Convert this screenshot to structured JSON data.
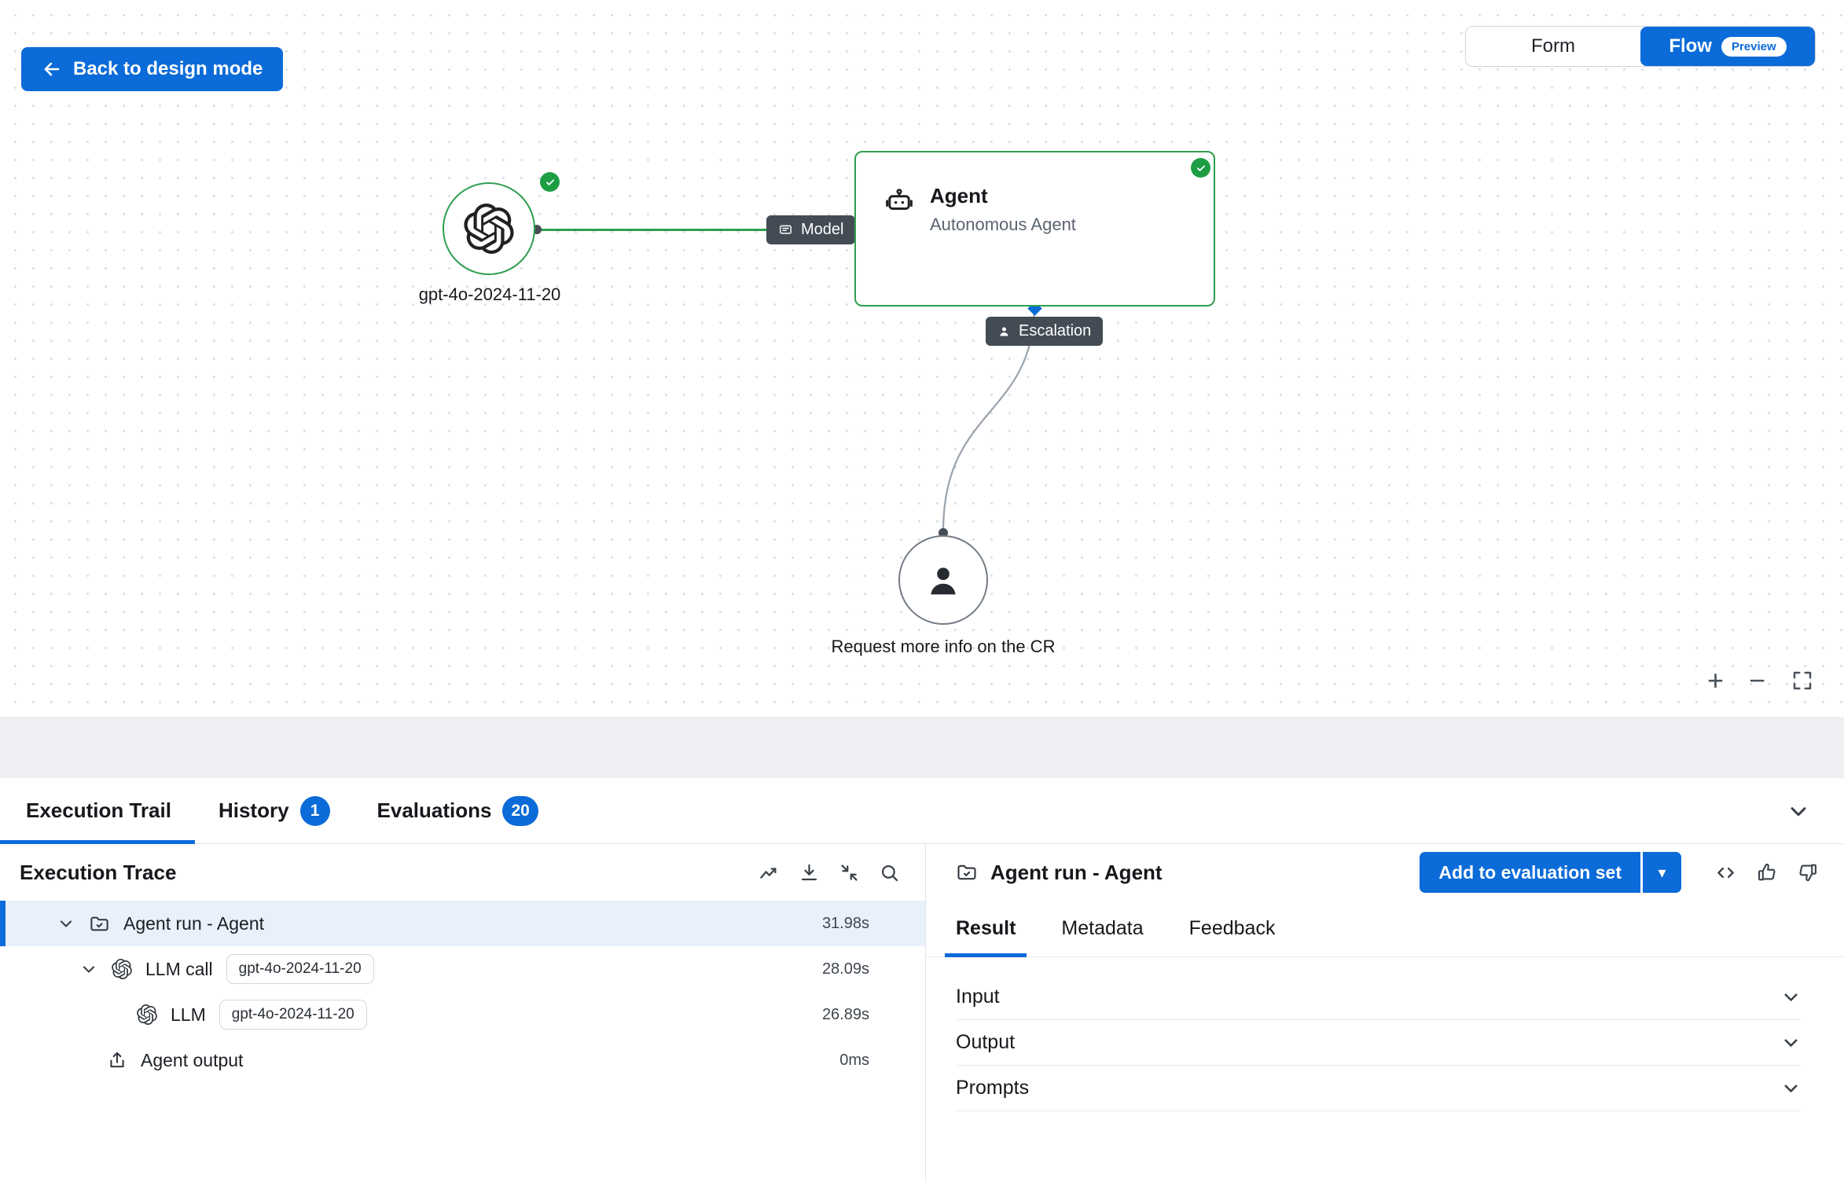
{
  "colors": {
    "accent": "#0b6bd8",
    "success_green": "#1d9e44",
    "node_border_green": "#2f9e4f",
    "edge_label_bg": "#434c55"
  },
  "toolbar": {
    "back_label": "Back to design mode",
    "view_toggle": {
      "form_label": "Form",
      "flow_label": "Flow",
      "preview_badge": "Preview"
    }
  },
  "canvas": {
    "model_node": {
      "label": "gpt-4o-2024-11-20"
    },
    "agent_node": {
      "title": "Agent",
      "subtitle": "Autonomous Agent"
    },
    "person_node": {
      "label": "Request more info on the CR"
    },
    "edges": {
      "model_label": "Model",
      "escalation_label": "Escalation"
    },
    "controls": {
      "zoom_in": "+",
      "zoom_out": "−"
    }
  },
  "panel": {
    "tabs": [
      {
        "label": "Execution Trail"
      },
      {
        "label": "History",
        "badge": "1"
      },
      {
        "label": "Evaluations",
        "badge": "20"
      }
    ],
    "trace": {
      "title": "Execution Trace",
      "rows": [
        {
          "label": "Agent run - Agent",
          "duration": "31.98s"
        },
        {
          "label": "LLM call",
          "tag": "gpt-4o-2024-11-20",
          "duration": "28.09s"
        },
        {
          "label": "LLM",
          "tag": "gpt-4o-2024-11-20",
          "duration": "26.89s"
        },
        {
          "label": "Agent output",
          "duration": "0ms"
        }
      ]
    },
    "detail": {
      "title": "Agent run - Agent",
      "add_button_label": "Add to evaluation set",
      "caret": "▾",
      "tabs": [
        {
          "label": "Result"
        },
        {
          "label": "Metadata"
        },
        {
          "label": "Feedback"
        }
      ],
      "sections": [
        {
          "label": "Input"
        },
        {
          "label": "Output"
        },
        {
          "label": "Prompts"
        }
      ]
    }
  }
}
